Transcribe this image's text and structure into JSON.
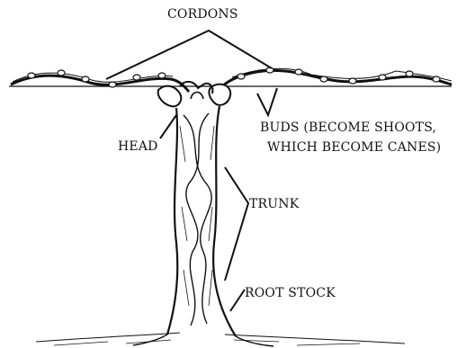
{
  "labels": {
    "cordons": "CORDONS",
    "head": "HEAD",
    "buds_line1": "BUDS (BECOME SHOOTS,",
    "buds_line2": "WHICH BECOME CANES)",
    "trunk": "TRUNK",
    "root_stock": "ROOT STOCK"
  },
  "ink_color": "#111111"
}
